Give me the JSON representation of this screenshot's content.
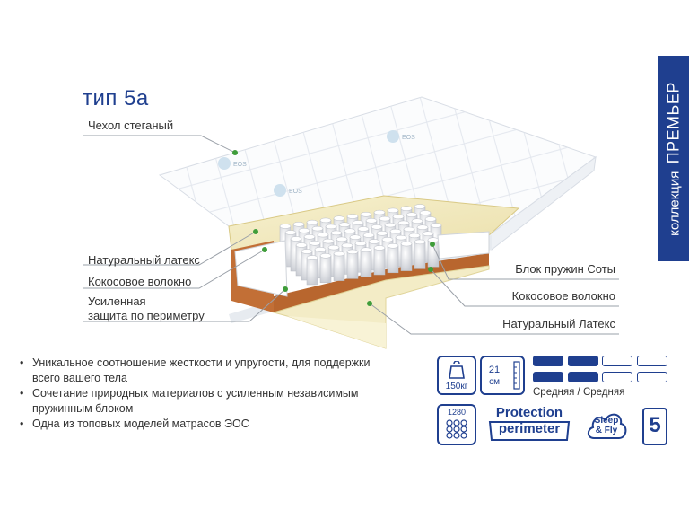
{
  "title": "тип 5а",
  "collection": {
    "prefix": "коллекция",
    "name": "ПРЕМЬЕР"
  },
  "labels": {
    "cover": "Чехол стеганый",
    "latex_left": "Натуральный латекс",
    "coco_left": "Кокосовое волокно",
    "perimeter_line1": "Усиленная",
    "perimeter_line2": "защита по периметру",
    "springs": "Блок пружин Соты",
    "coco_right": "Кокосовое волокно",
    "latex_right": "Натуральный Латекс"
  },
  "brand_mark": "EOS",
  "features": [
    "Уникальное соотношение жесткости и упругости, для поддержки всего вашего тела",
    "Сочетание природных материалов с усиленным независимым пружинным блоком",
    "Одна из топовых моделей матрасов ЭОС"
  ],
  "icons": {
    "weight": "150кг",
    "height_value": "21",
    "height_unit": "см",
    "firmness": "Средняя / Средняя",
    "firmness_top_level": 0.5,
    "firmness_bottom_level": 0.5,
    "springs_count": "1280",
    "protection_line1": "Protection",
    "protection_line2": "perimeter",
    "sleep_line1": "Sleep",
    "sleep_line2": "& Fly",
    "warranty": "5"
  },
  "colors": {
    "brand_blue": "#1f3f8f",
    "latex": "#f3ecc6",
    "coco": "#b8662e",
    "leader_green": "#3f9d3a"
  }
}
